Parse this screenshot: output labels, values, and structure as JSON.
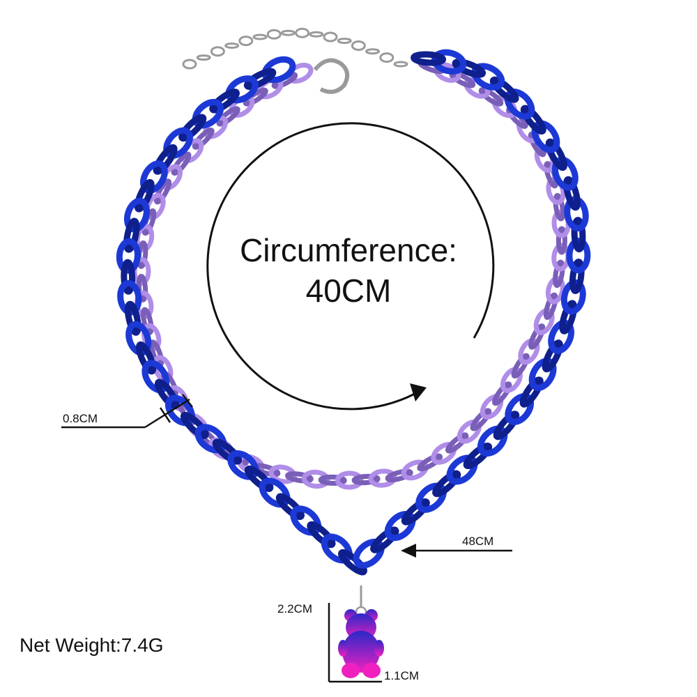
{
  "colors": {
    "outer_chain": "#1c39d6",
    "outer_chain_dark": "#0f1f8c",
    "inner_chain": "#b08ee8",
    "inner_chain_dark": "#7a5fb8",
    "clasp": "#9a9a9a",
    "annotation": "#111111",
    "background": "#ffffff",
    "bear_top": "#2a28c8",
    "bear_bottom": "#f020c0"
  },
  "labels": {
    "circumference_line1": "Circumference:",
    "circumference_line2": "40CM",
    "link_width": "0.8CM",
    "length": "48CM",
    "pendant_height": "2.2CM",
    "pendant_width": "1.1CM",
    "net_weight": "Net Weight:7.4G"
  }
}
